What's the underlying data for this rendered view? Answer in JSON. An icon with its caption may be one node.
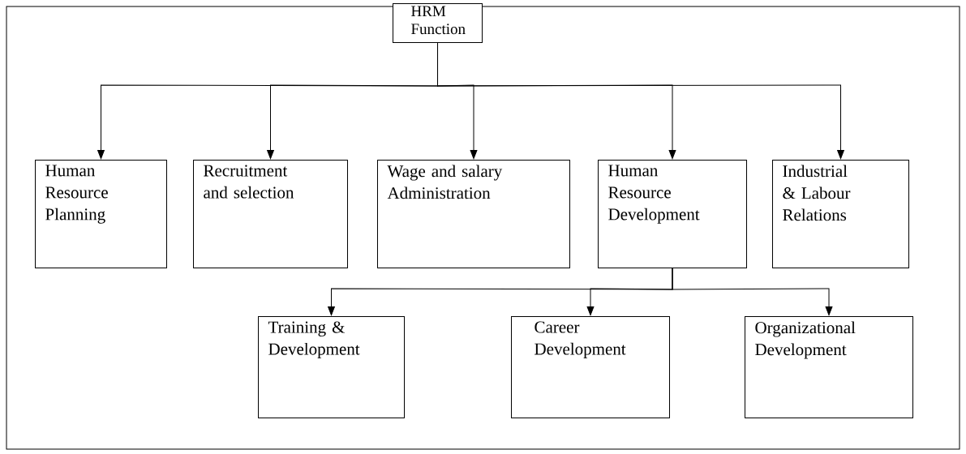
{
  "diagram": {
    "nodes": [
      {
        "text": [
          "HRM Function"
        ]
      },
      {
        "text": [
          "Human Resource Planning"
        ]
      },
      {
        "text": [
          "Recruitment and selection"
        ]
      },
      {
        "text": [
          "Wage and salary Administration"
        ]
      },
      {
        "text": [
          "Human Resource Development"
        ]
      },
      {
        "text": [
          "Industrial & Labour Relations"
        ]
      },
      {
        "text": [
          "Training & Development"
        ]
      },
      {
        "text": [
          "Career Development"
        ]
      },
      {
        "text": [
          "Organizational Development"
        ]
      }
    ],
    "edges": [
      {
        "from": 0,
        "to": 1,
        "arrow": "to"
      },
      {
        "from": 0,
        "to": 2,
        "arrow": "to"
      },
      {
        "from": 0,
        "to": 3,
        "arrow": "to"
      },
      {
        "from": 0,
        "to": 4,
        "arrow": "to"
      },
      {
        "from": 0,
        "to": 5,
        "arrow": "to"
      },
      {
        "from": 4,
        "to": 6,
        "arrow": "to"
      },
      {
        "from": 4,
        "to": 7,
        "arrow": "to"
      },
      {
        "from": 4,
        "to": 8,
        "arrow": "to"
      }
    ]
  }
}
